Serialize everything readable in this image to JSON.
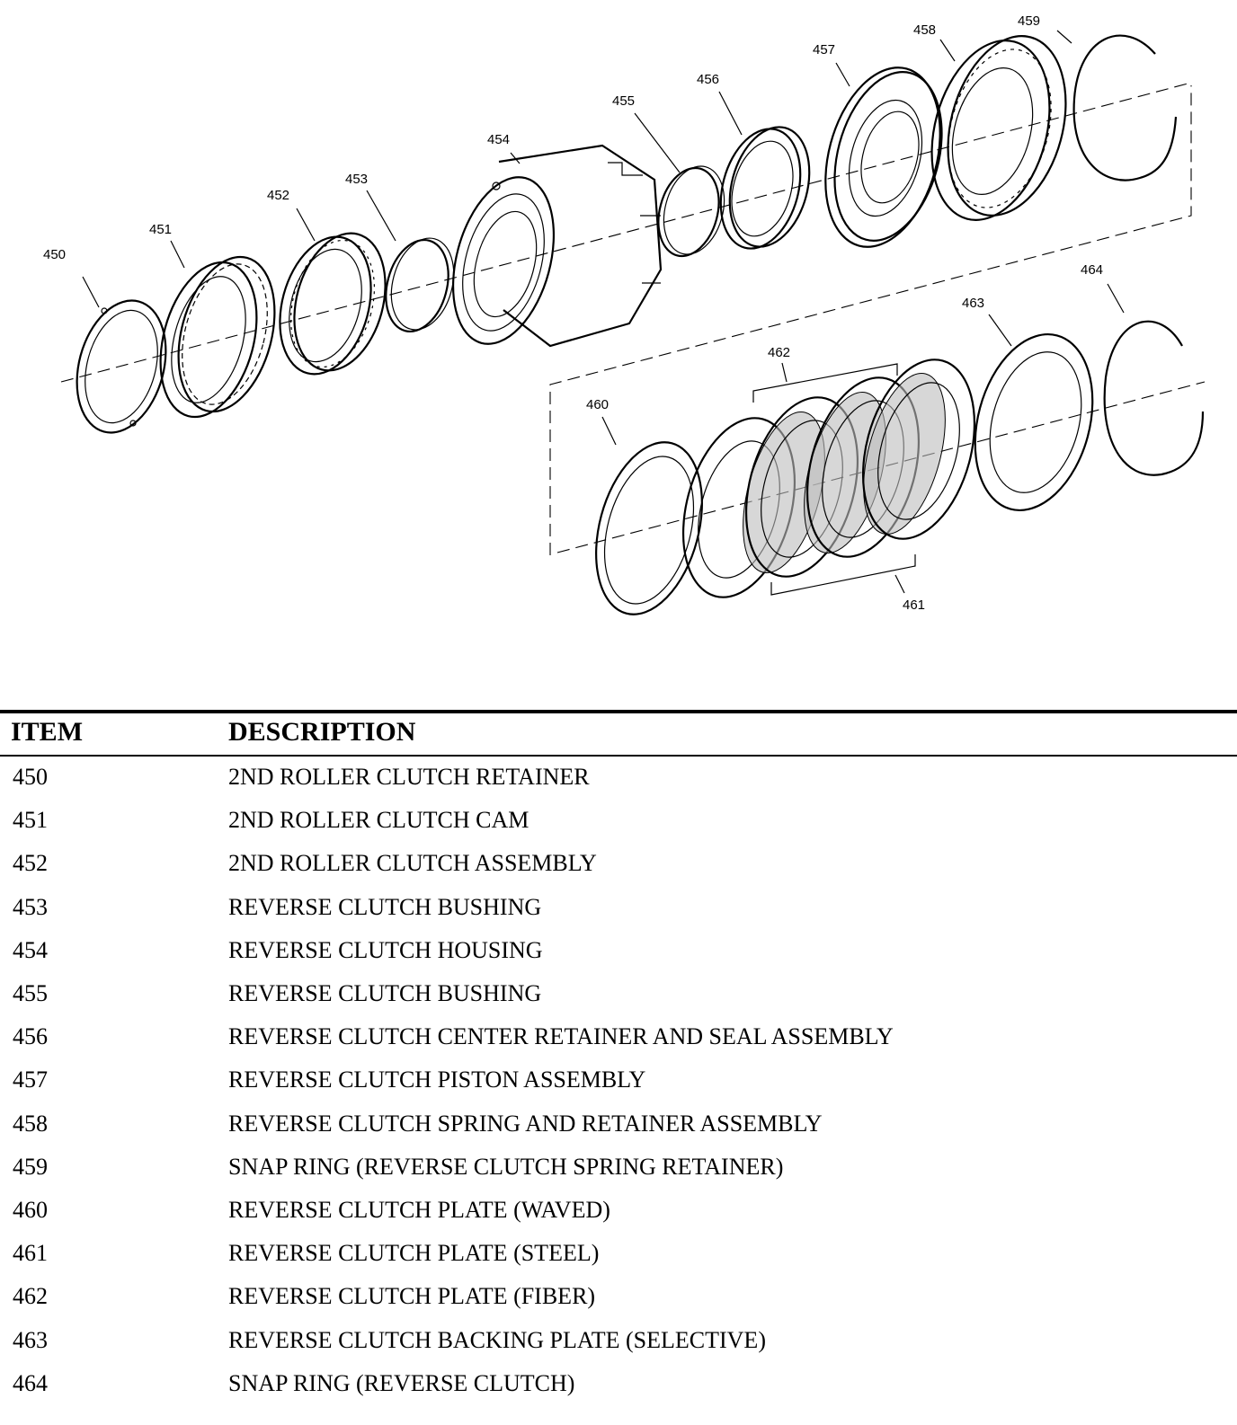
{
  "callouts": [
    "450",
    "451",
    "452",
    "453",
    "454",
    "455",
    "456",
    "457",
    "458",
    "459",
    "460",
    "461",
    "462",
    "463",
    "464"
  ],
  "table": {
    "headers": {
      "item": "ITEM",
      "description": "DESCRIPTION"
    },
    "rows": [
      {
        "item": "450",
        "description": "2ND ROLLER CLUTCH RETAINER"
      },
      {
        "item": "451",
        "description": "2ND ROLLER CLUTCH CAM"
      },
      {
        "item": "452",
        "description": "2ND ROLLER CLUTCH ASSEMBLY"
      },
      {
        "item": "453",
        "description": "REVERSE CLUTCH BUSHING"
      },
      {
        "item": "454",
        "description": "REVERSE CLUTCH HOUSING"
      },
      {
        "item": "455",
        "description": "REVERSE CLUTCH BUSHING"
      },
      {
        "item": "456",
        "description": "REVERSE CLUTCH CENTER RETAINER AND SEAL ASSEMBLY"
      },
      {
        "item": "457",
        "description": "REVERSE CLUTCH PISTON ASSEMBLY"
      },
      {
        "item": "458",
        "description": "REVERSE CLUTCH SPRING AND RETAINER ASSEMBLY"
      },
      {
        "item": "459",
        "description": "SNAP RING (REVERSE CLUTCH SPRING RETAINER)"
      },
      {
        "item": "460",
        "description": "REVERSE CLUTCH PLATE (WAVED)"
      },
      {
        "item": "461",
        "description": "REVERSE CLUTCH PLATE (STEEL)"
      },
      {
        "item": "462",
        "description": "REVERSE CLUTCH PLATE (FIBER)"
      },
      {
        "item": "463",
        "description": "REVERSE CLUTCH BACKING PLATE (SELECTIVE)"
      },
      {
        "item": "464",
        "description": "SNAP RING (REVERSE CLUTCH)"
      }
    ]
  }
}
